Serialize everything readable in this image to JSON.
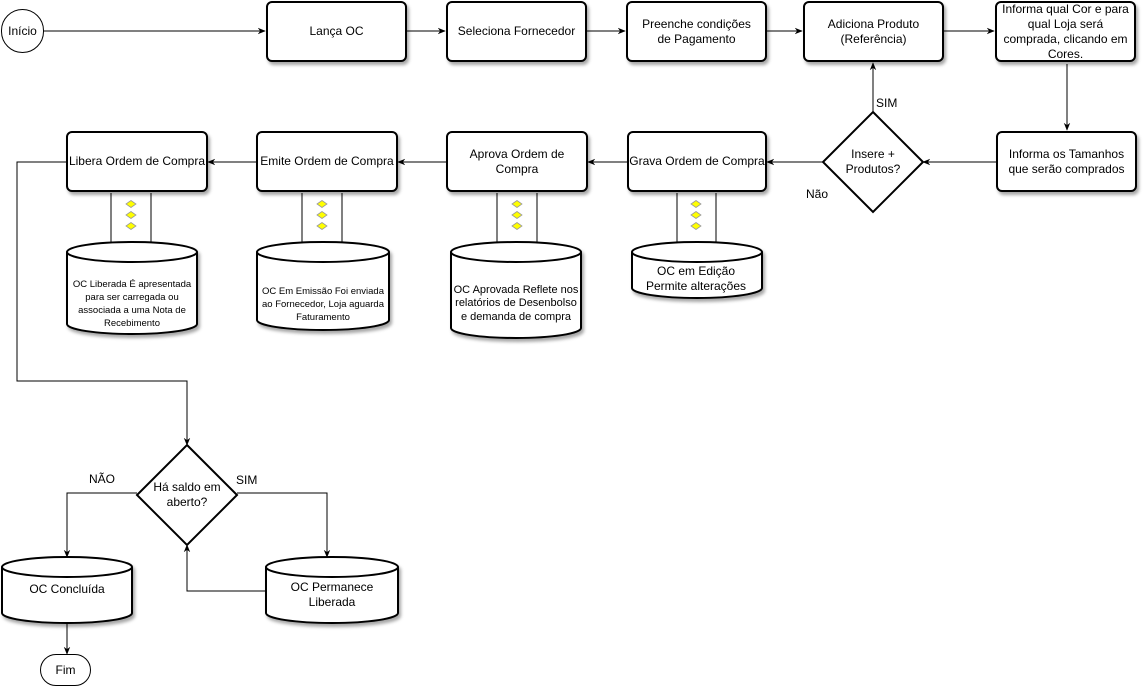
{
  "nodes": {
    "inicio": "Início",
    "lanca_oc": "Lança OC",
    "seleciona_fornecedor": "Seleciona Fornecedor",
    "preenche_condicoes": "Preenche condições de Pagamento",
    "adiciona_produto": "Adiciona Produto (Referência)",
    "informa_cor": "Informa qual Cor e para qual Loja será comprada, clicando em Cores.",
    "informa_tamanhos": "Informa os Tamanhos que serão comprados",
    "insere_produtos": "Insere + Produtos?",
    "grava_ordem": "Grava Ordem de Compra",
    "aprova_ordem": "Aprova Ordem de Compra",
    "emite_ordem": "Emite Ordem de Compra",
    "libera_ordem": "Libera Ordem de Compra",
    "ha_saldo": "Há saldo em aberto?",
    "fim": "Fim"
  },
  "databases": {
    "oc_edicao": "OC em Edição Permite alterações",
    "oc_aprovada": "OC Aprovada Reflete nos relatórios de Desenbolso e demanda de compra",
    "oc_emissao": "OC Em Emissão Foi enviada ao Fornecedor, Loja aguarda Faturamento",
    "oc_liberada": "OC Liberada É apresentada para ser carregada ou associada a uma Nota de Recebimento",
    "oc_concluida": "OC Concluída",
    "oc_permanece": "OC Permanece Liberada"
  },
  "edge_labels": {
    "sim_insere": "SIM",
    "nao_insere": "Não",
    "nao_saldo": "NÃO",
    "sim_saldo": "SIM"
  },
  "colors": {
    "line": "#000000",
    "diamond_marker_fill": "#ffff00",
    "diamond_marker_stroke": "#999999"
  }
}
